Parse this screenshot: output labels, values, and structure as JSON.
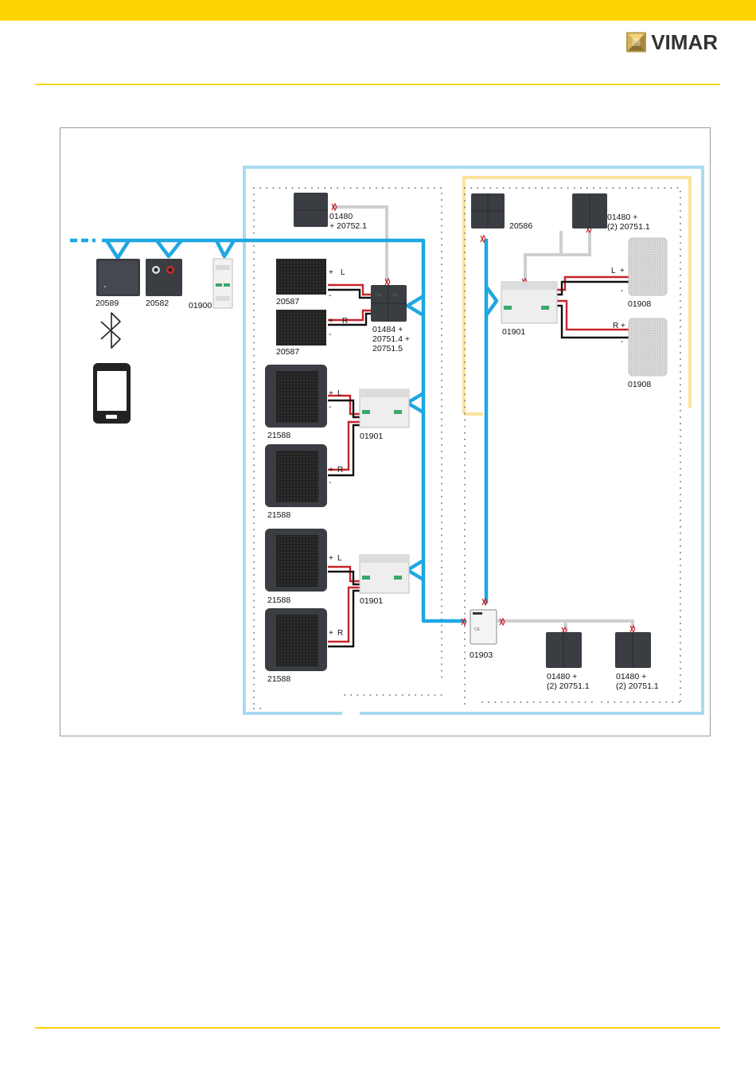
{
  "brand": "VIMAR",
  "colors": {
    "accent_yellow": "#ffd403",
    "bus_blue": "#1ea7e1",
    "zone_light_blue": "#a9dbf2",
    "zone_light_yellow": "#fbe39a",
    "cable_gray": "#cfcfcf",
    "wire_red": "#c8242b"
  },
  "diagram": {
    "labels": {
      "d20589": "20589",
      "d20582": "20582",
      "d01900": "01900",
      "d01480_top_a": "01480",
      "d01480_top_b": "+ 20752.1",
      "d20587_a": "20587",
      "d20587_b": "20587",
      "d01484_a": "01484 +",
      "d01484_b": "20751.4 +",
      "d01484_c": "20751.5",
      "d21588_a": "21588",
      "d21588_b": "21588",
      "d21588_c": "21588",
      "d21588_d": "21588",
      "d01901_a": "01901",
      "d01901_b": "01901",
      "d01901_c": "01901",
      "d20586": "20586",
      "d01480_r_a": "01480 +",
      "d01480_r_b": "(2) 20751.1",
      "d01908_a": "01908",
      "d01908_b": "01908",
      "d01903": "01903",
      "d01480_b1_a": "01480 +",
      "d01480_b1_b": "(2) 20751.1",
      "d01480_b2_a": "01480 +",
      "d01480_b2_b": "(2) 20751.1"
    },
    "signs": {
      "plus": "+",
      "minus": "-",
      "L": "L",
      "R": "R"
    },
    "icons": [
      "bluetooth-icon",
      "smartphone-icon",
      "vimar-logo-icon"
    ]
  }
}
